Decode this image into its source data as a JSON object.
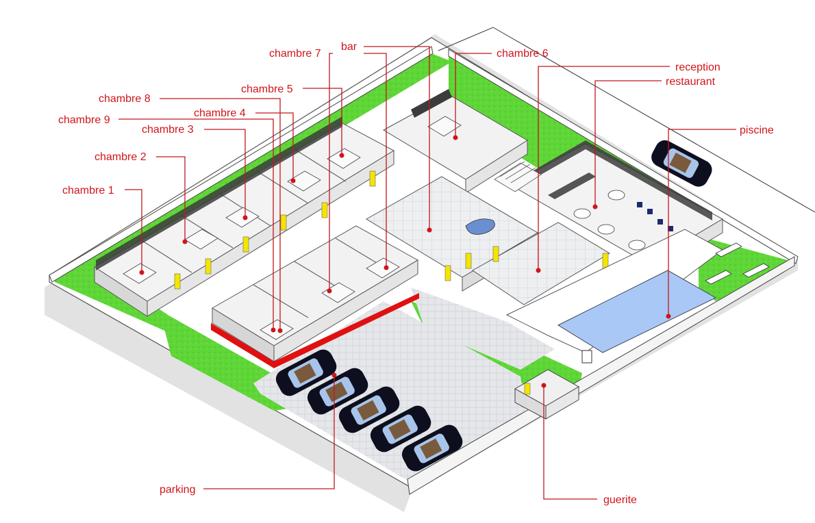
{
  "labels": {
    "chambre_1": "chambre 1",
    "chambre_2": "chambre 2",
    "chambre_3": "chambre 3",
    "chambre_4": "chambre 4",
    "chambre_5": "chambre 5",
    "chambre_6": "chambre 6",
    "chambre_7": "chambre 7",
    "chambre_8": "chambre 8",
    "chambre_9": "chambre 9",
    "bar": "bar",
    "reception": "reception",
    "restaurant": "restaurant",
    "piscine": "piscine",
    "parking": "parking",
    "guerite": "guerite"
  },
  "colors": {
    "label_red": "#d0141a",
    "lawn_green": "#66dd3a",
    "pool_blue": "#a9c8f5",
    "paving": "#e9eaec",
    "wall": "#ffffff",
    "slab": "#d9d9d9",
    "door_yellow": "#f4e500",
    "red_curb": "#e01010",
    "car_body": "#0d0f1e"
  },
  "icons": {
    "car": "car-icon",
    "bed": "bed-icon",
    "table": "table-icon",
    "lounger": "sun-lounger-icon"
  }
}
